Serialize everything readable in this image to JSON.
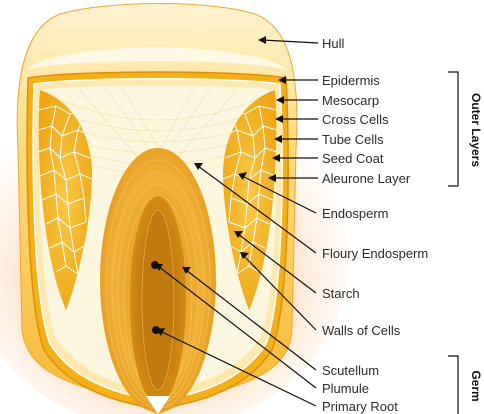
{
  "diagram": {
    "labels": {
      "hull": "Hull",
      "epidermis": "Epidermis",
      "mesocarp": "Mesocarp",
      "cross_cells": "Cross Cells",
      "tube_cells": "Tube Cells",
      "seed_coat": "Seed Coat",
      "aleurone_layer": "Aleurone Layer",
      "endosperm": "Endosperm",
      "floury_endosperm": "Floury Endosperm",
      "starch": "Starch",
      "walls_of_cells": "Walls of Cells",
      "scutellum": "Scutellum",
      "plumule": "Plumule",
      "primary_root": "Primary Root"
    },
    "groups": {
      "outer_layers": "Outer Layers",
      "germ": "Germ"
    },
    "colors": {
      "hull": "#fde6a6",
      "outer_glow": "#f7a35c",
      "aleurone": "#f4b41c",
      "endosperm": "#fdf6df",
      "germ_outer": "#e7a21c",
      "germ_inner": "#c9820e"
    }
  }
}
